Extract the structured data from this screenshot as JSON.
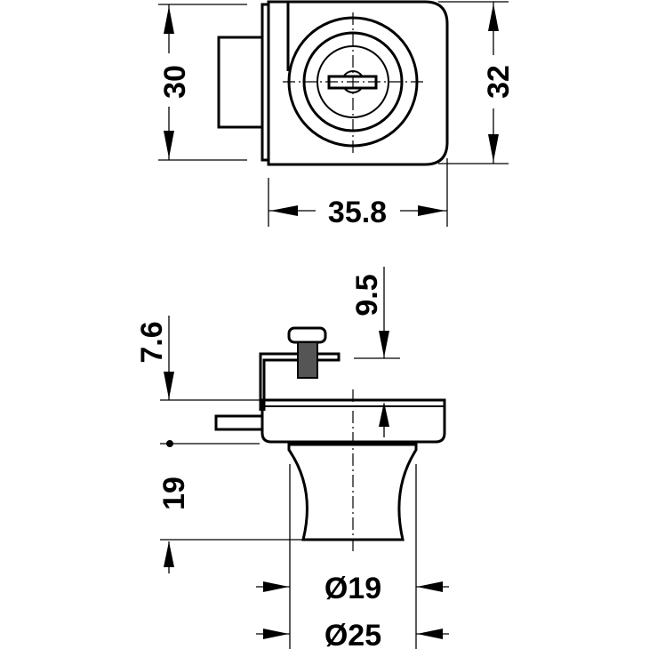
{
  "drawing": {
    "top_view": {
      "dim_height_body": "30",
      "dim_height_total": "32",
      "dim_width": "35.8"
    },
    "side_view": {
      "dim_bracket_offset": "9.5",
      "dim_body_height": "7.6",
      "dim_knob_height": "19",
      "dim_knob_diameter_small": "Ø19",
      "dim_knob_diameter_large": "Ø25"
    },
    "colors": {
      "line": "#000000",
      "background": "#ffffff"
    }
  }
}
